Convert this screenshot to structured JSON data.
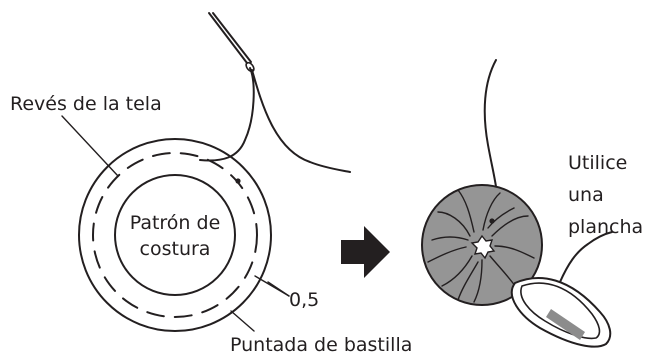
{
  "labels": {
    "wrong_side": "Revés de la tela",
    "pattern_line1": "Patrón de",
    "pattern_line2": "costura",
    "seam_allowance": "0,5",
    "running_stitch": "Puntada de bastilla",
    "iron_line1": "Utilice",
    "iron_line2": "una",
    "iron_line3": "plancha"
  },
  "colors": {
    "ink": "#231f20",
    "fabric_gray": "#959595",
    "iron_handle": "#8c8c8c"
  },
  "icons": {
    "needle": "needle-icon",
    "arrow": "right-arrow-icon",
    "iron": "iron-icon"
  }
}
